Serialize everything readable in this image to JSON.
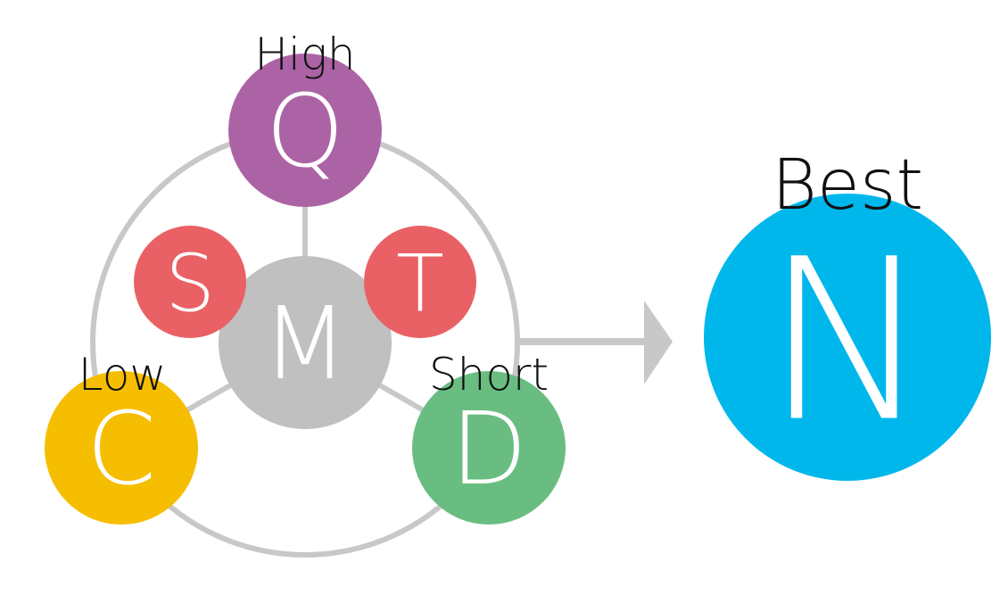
{
  "diagram": {
    "center": {
      "letter": "M",
      "color": "#c0c0c0"
    },
    "nodes": {
      "q": {
        "letter": "Q",
        "label": "High",
        "color": "#ab63a6"
      },
      "s": {
        "letter": "S",
        "color": "#e96164"
      },
      "t": {
        "letter": "T",
        "color": "#e96164"
      },
      "c": {
        "letter": "C",
        "label": "Low",
        "color": "#f6be00"
      },
      "d": {
        "letter": "D",
        "label": "Short",
        "color": "#6abd81"
      }
    },
    "result": {
      "letter": "N",
      "label": "Best",
      "color": "#00b7ec"
    },
    "ring_color": "#c8c8c8",
    "arrow_color": "#c8c8c8"
  }
}
